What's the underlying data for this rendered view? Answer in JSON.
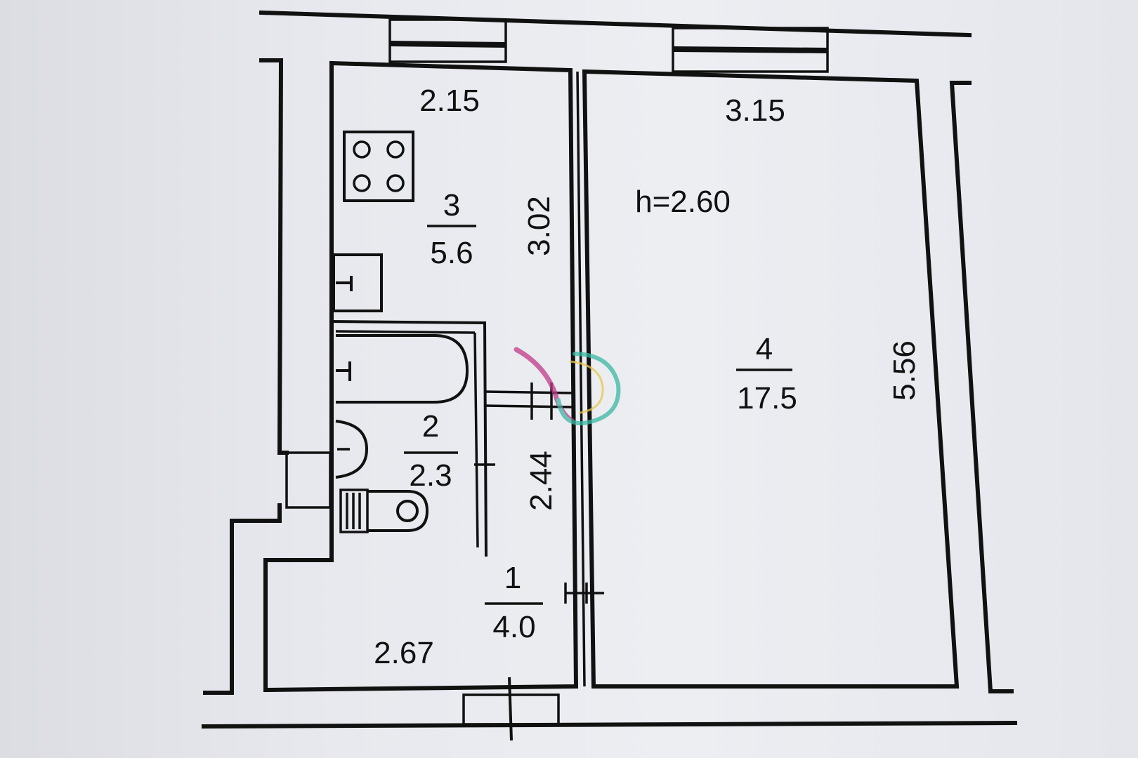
{
  "plan": {
    "ceiling_height": "h=2.60",
    "rooms": [
      {
        "number": "1",
        "area": "4.0"
      },
      {
        "number": "2",
        "area": "2.3"
      },
      {
        "number": "3",
        "area": "5.6"
      },
      {
        "number": "4",
        "area": "17.5"
      }
    ],
    "dimensions": {
      "kitchen_width": "2.15",
      "kitchen_length": "3.02",
      "room_width": "3.15",
      "room_length": "5.56",
      "bathroom_length": "2.44",
      "hall_width": "2.67"
    }
  }
}
